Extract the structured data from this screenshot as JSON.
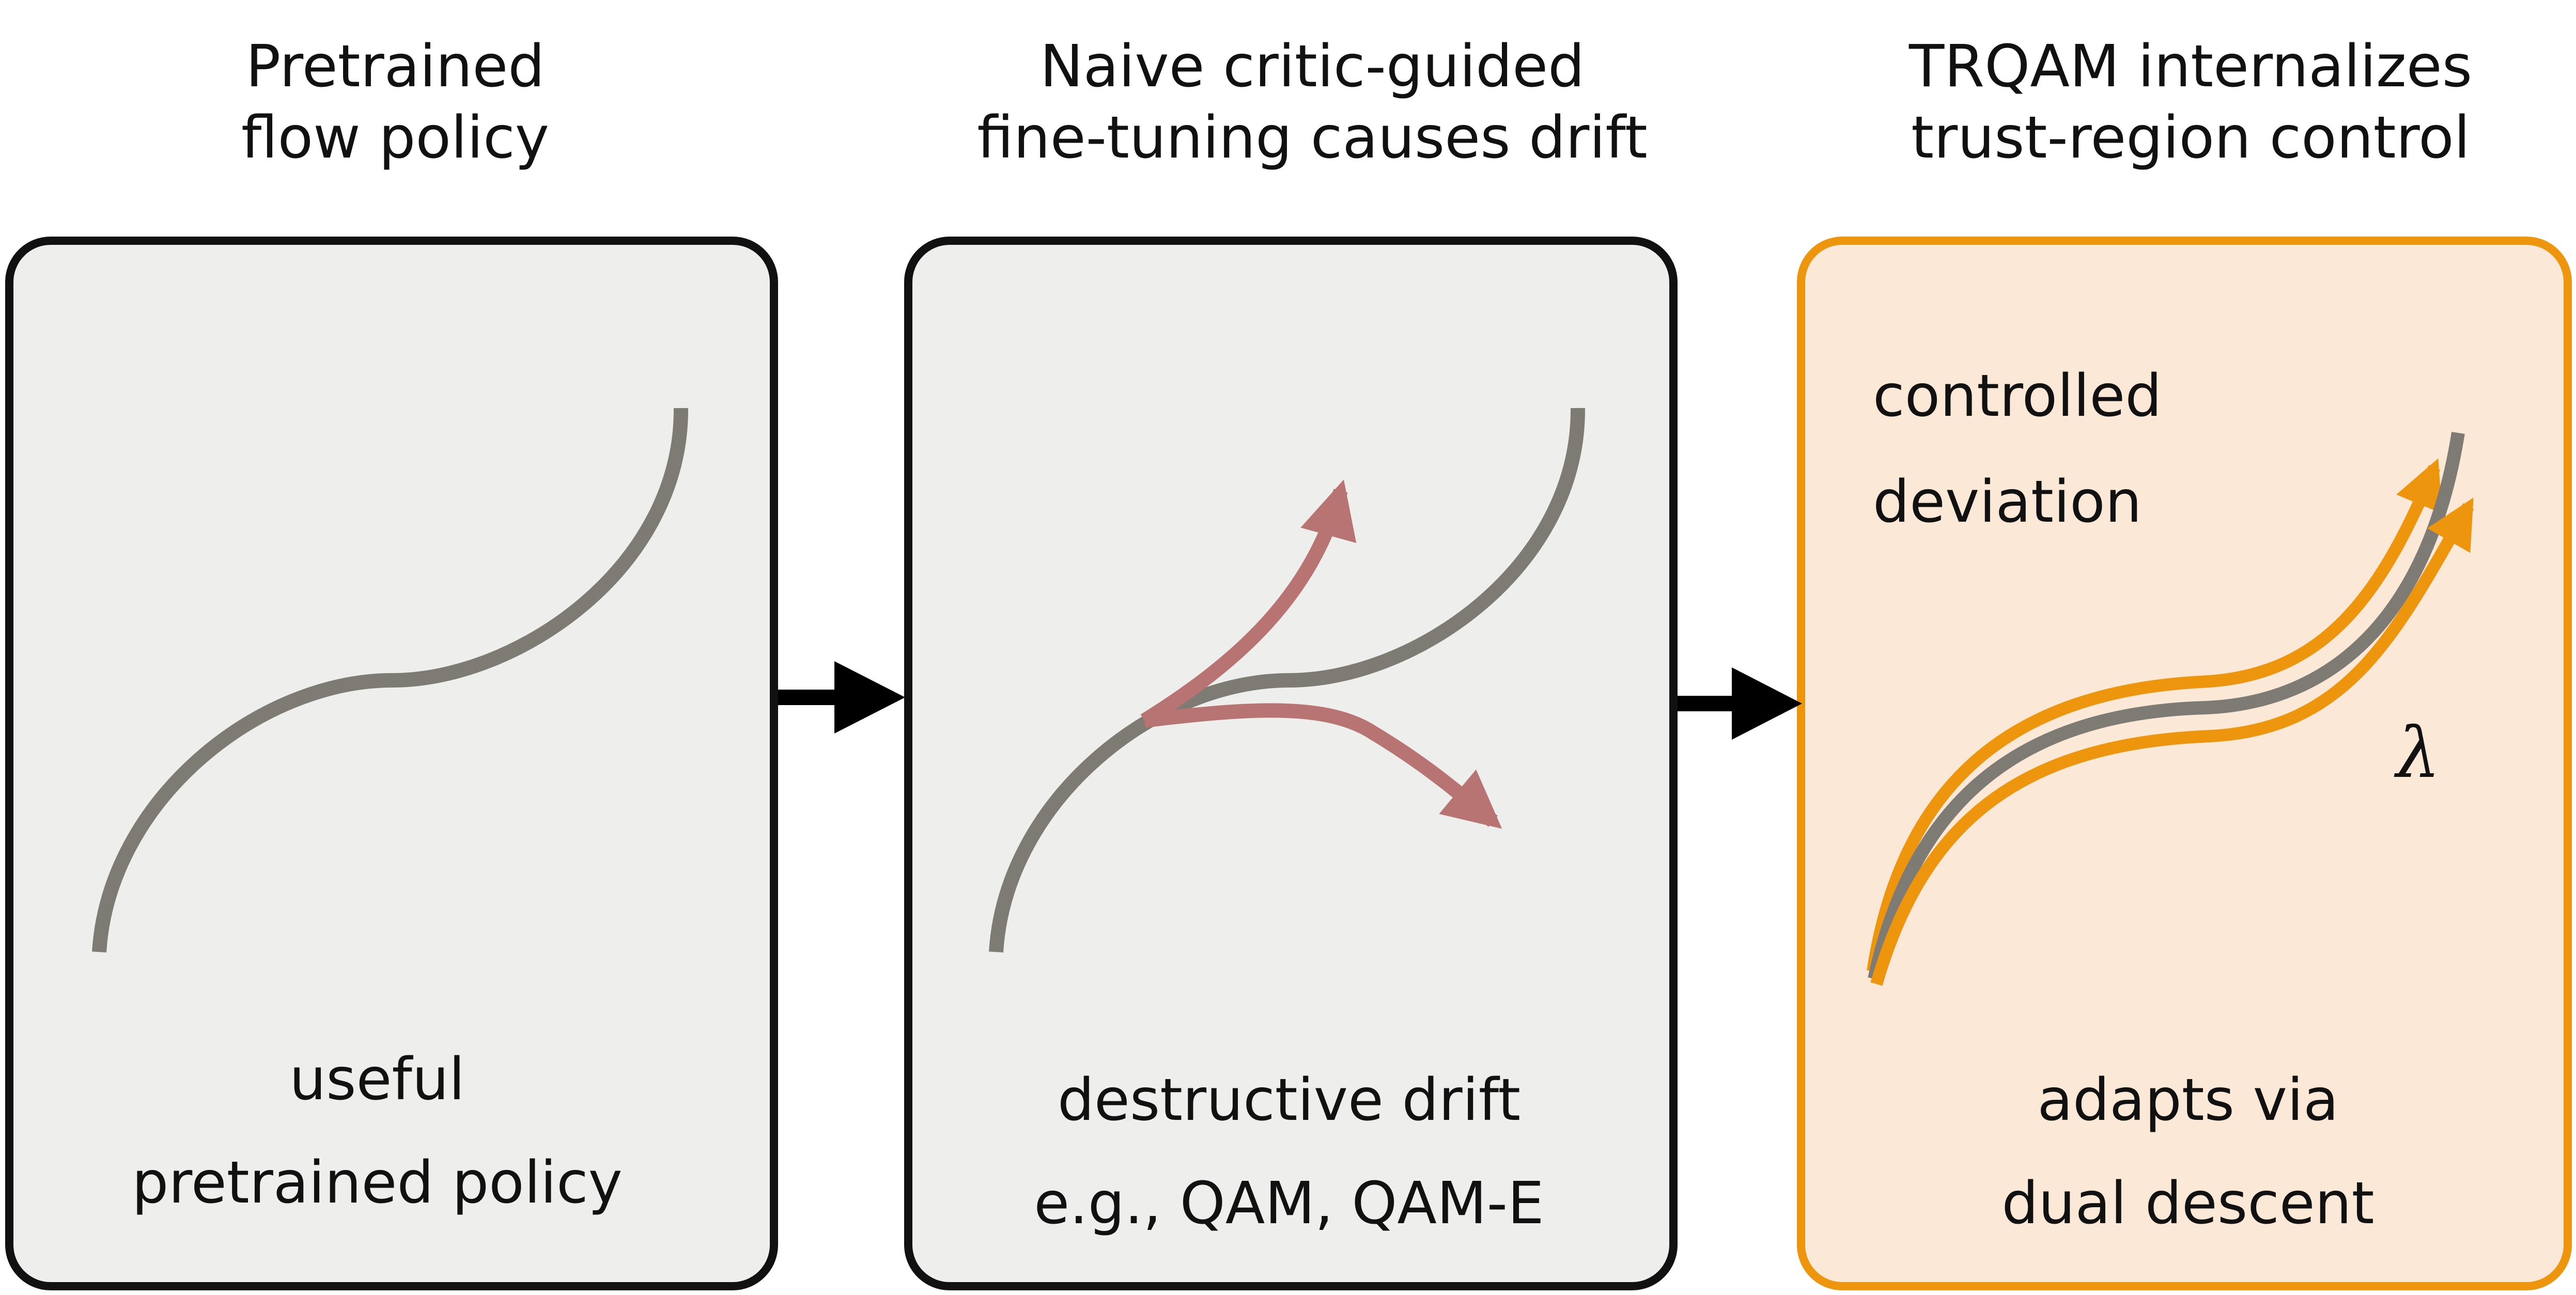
{
  "colors": {
    "panel_fill": "#eeeeec",
    "panel_border": "#111111",
    "highlight_fill": "#fce8d6",
    "highlight_border": "#ed950c",
    "policy_curve": "#7e7b75",
    "drift_arrow": "#b87472",
    "trust_curve": "#ed950c",
    "flow_arrow": "#000000"
  },
  "panels": [
    {
      "id": "pretrained",
      "title_lines": [
        "Pretrained",
        "flow policy"
      ],
      "caption_lines": [
        "useful",
        "pretrained policy"
      ]
    },
    {
      "id": "naive",
      "title_lines": [
        "Naive critic-guided",
        "fine-tuning causes drift"
      ],
      "caption_lines": [
        "destructive drift",
        "e.g., QAM, QAM-E"
      ]
    },
    {
      "id": "trqam",
      "title_lines": [
        "TRQAM internalizes",
        "trust-region control"
      ],
      "inner_label_lines": [
        "controlled",
        "deviation"
      ],
      "symbol": "λ",
      "caption_lines": [
        "adapts via",
        "dual descent"
      ]
    }
  ]
}
